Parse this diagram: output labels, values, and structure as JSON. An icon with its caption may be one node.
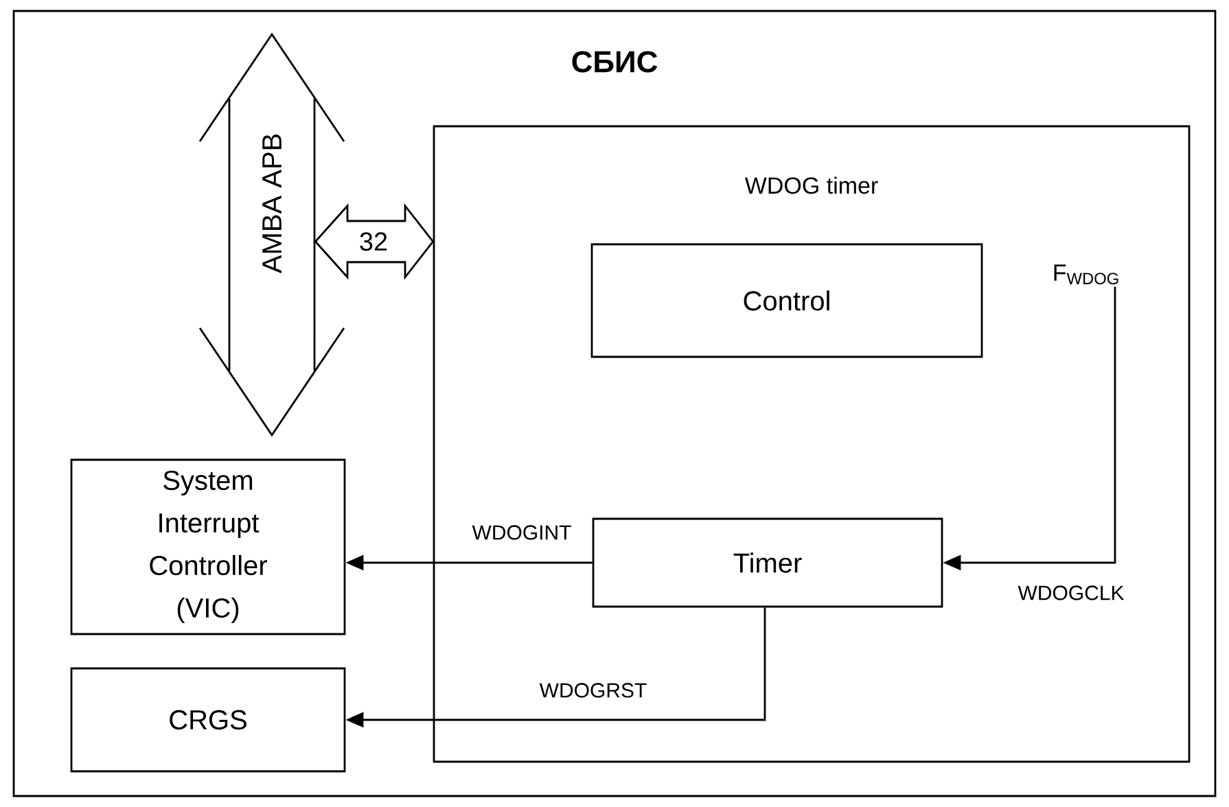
{
  "diagram": {
    "nodes": [
      {
        "text": [
          "СБИС"
        ]
      },
      {
        "text": [
          "AMBA APB"
        ],
        "in": 0
      },
      {
        "text": [
          "WDOG timer"
        ],
        "in": 0
      },
      {
        "text": [
          "Control"
        ],
        "in": 2
      },
      {
        "text": [
          "F$_{WDOG}$"
        ],
        "in": 2
      },
      {
        "text": [
          "Timer"
        ],
        "in": 2
      },
      {
        "text": [
          "System Interrupt Controller (VIC)"
        ],
        "in": 0
      },
      {
        "text": [
          "CRGS"
        ],
        "in": 0
      }
    ],
    "edges": [
      {
        "from": 1,
        "to": 2,
        "arrow": "both",
        "label": "32"
      },
      {
        "from": 5,
        "to": 6,
        "arrow": "to",
        "label": "WDOGINT"
      },
      {
        "from": 5,
        "to": 7,
        "arrow": "to",
        "label": "WDOGRST"
      },
      {
        "from": 4,
        "to": 5,
        "arrow": "to",
        "label": "WDOGCLK"
      }
    ]
  }
}
